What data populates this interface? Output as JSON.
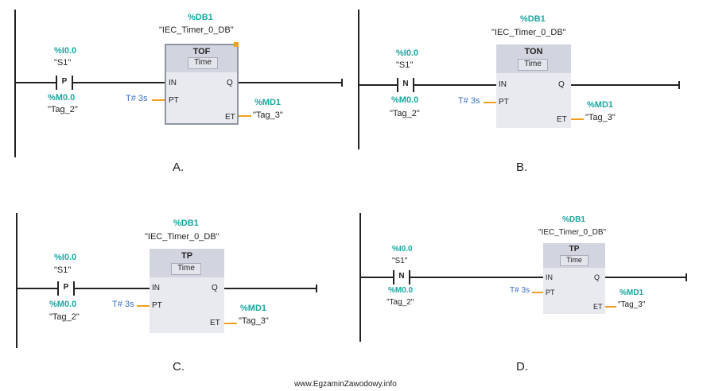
{
  "panels": {
    "a": {
      "db_addr": "%DB1",
      "db_name": "\"IEC_Timer_0_DB\"",
      "in_addr": "%I0.0",
      "in_name": "\"S1\"",
      "contact": "P",
      "mem_addr": "%M0.0",
      "mem_name": "\"Tag_2\"",
      "block": "TOF",
      "block_sub": "Time",
      "pin_in": "IN",
      "pin_q": "Q",
      "pin_pt": "PT",
      "pin_et": "ET",
      "pt_value": "T# 3s",
      "et_addr": "%MD1",
      "et_name": "\"Tag_3\"",
      "letter": "A."
    },
    "b": {
      "db_addr": "%DB1",
      "db_name": "\"IEC_Timer_0_DB\"",
      "in_addr": "%I0.0",
      "in_name": "\"S1\"",
      "contact": "N",
      "mem_addr": "%M0.0",
      "mem_name": "\"Tag_2\"",
      "block": "TON",
      "block_sub": "Time",
      "pin_in": "IN",
      "pin_q": "Q",
      "pin_pt": "PT",
      "pin_et": "ET",
      "pt_value": "T# 3s",
      "et_addr": "%MD1",
      "et_name": "\"Tag_3\"",
      "letter": "B."
    },
    "c": {
      "db_addr": "%DB1",
      "db_name": "\"IEC_Timer_0_DB\"",
      "in_addr": "%I0.0",
      "in_name": "\"S1\"",
      "contact": "P",
      "mem_addr": "%M0.0",
      "mem_name": "\"Tag_2\"",
      "block": "TP",
      "block_sub": "Time",
      "pin_in": "IN",
      "pin_q": "Q",
      "pin_pt": "PT",
      "pin_et": "ET",
      "pt_value": "T# 3s",
      "et_addr": "%MD1",
      "et_name": "\"Tag_3\"",
      "letter": "C."
    },
    "d": {
      "db_addr": "%DB1",
      "db_name": "\"IEC_Timer_0_DB\"",
      "in_addr": "%I0.0",
      "in_name": "\"S1\"",
      "contact": "N",
      "mem_addr": "%M0.0",
      "mem_name": "\"Tag_2\"",
      "block": "TP",
      "block_sub": "Time",
      "pin_in": "IN",
      "pin_q": "Q",
      "pin_pt": "PT",
      "pin_et": "ET",
      "pt_value": "T# 3s",
      "et_addr": "%MD1",
      "et_name": "\"Tag_3\"",
      "letter": "D."
    }
  },
  "footer": "www.EgzaminZawodowy.info",
  "colors": {
    "address": "#1aa6a0",
    "time_constant": "#3a6fc2",
    "wire_tick": "#f0a020",
    "block_fill": "#e9eaf0",
    "block_head": "#d2d5df"
  }
}
